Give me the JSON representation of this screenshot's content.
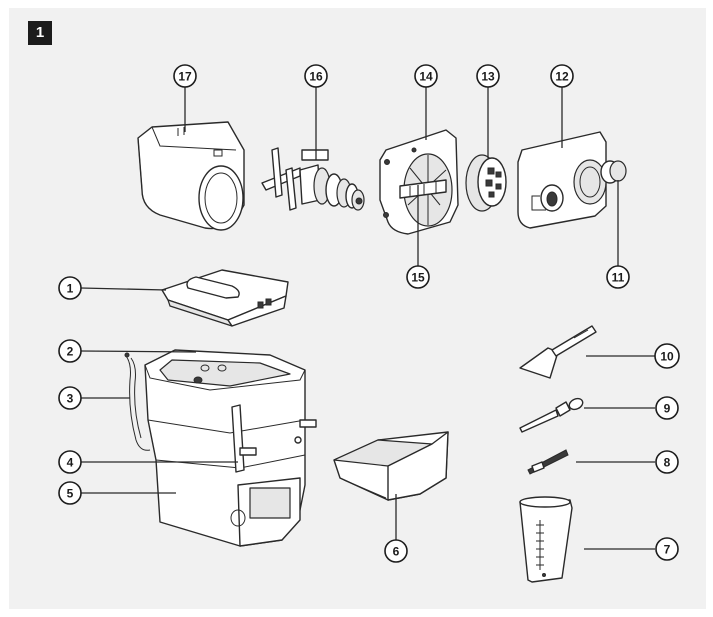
{
  "figure": {
    "badge": "1"
  },
  "callouts": [
    "1",
    "2",
    "3",
    "4",
    "5",
    "6",
    "7",
    "8",
    "9",
    "10",
    "11",
    "12",
    "13",
    "14",
    "15",
    "16",
    "17"
  ]
}
